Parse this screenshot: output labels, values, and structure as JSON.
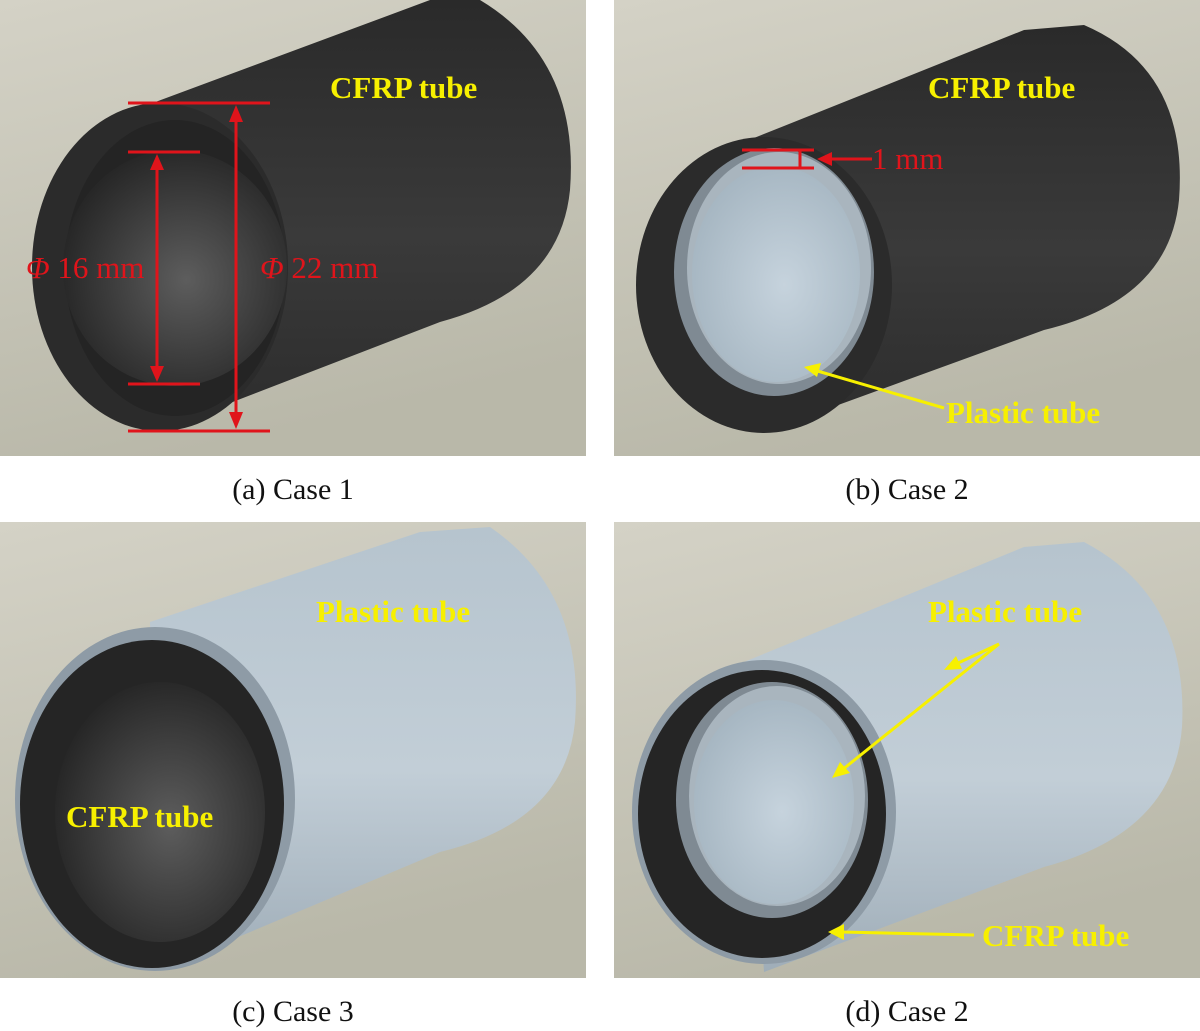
{
  "panels": [
    {
      "id": "a",
      "caption": "(a) Case 1",
      "labels": {
        "outer": "CFRP  tube"
      },
      "dimensions": {
        "inner_symbol": "Φ",
        "inner": " 16 mm",
        "outer_symbol": "Φ",
        "outer": " 22 mm"
      }
    },
    {
      "id": "b",
      "caption": "(b) Case 2",
      "labels": {
        "outer": "CFRP  tube",
        "inner": "Plastic tube"
      },
      "dimensions": {
        "thickness": "1 mm"
      }
    },
    {
      "id": "c",
      "caption": "(c) Case 3",
      "labels": {
        "outer": "Plastic tube",
        "inner": "CFRP  tube"
      }
    },
    {
      "id": "d",
      "caption": "(d) Case 2",
      "labels": {
        "outer": "Plastic tube",
        "inner": "CFRP  tube"
      }
    }
  ],
  "colors": {
    "background": "#c9c7b8",
    "cfrp": "#2f2f2f",
    "plastic": "#b5c3cd",
    "annotation_red": "#e0141b",
    "annotation_yellow": "#f7f000"
  }
}
